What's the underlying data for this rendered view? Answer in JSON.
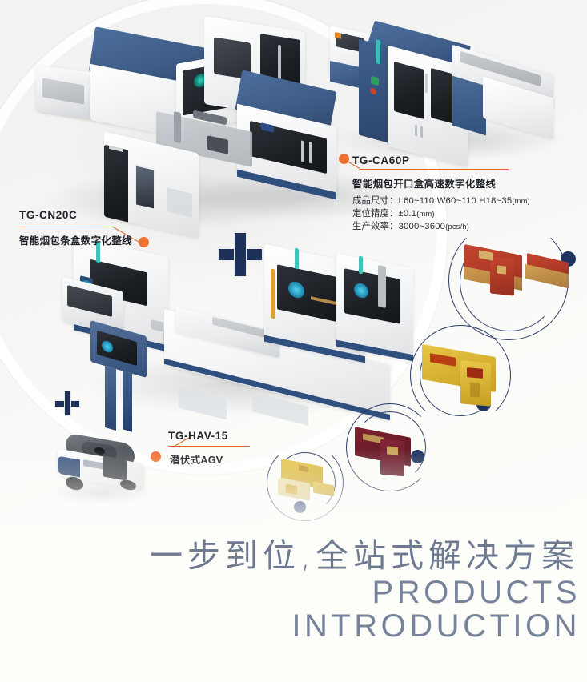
{
  "page": {
    "background_color": "#fdfdfa",
    "accent_orange": "#ef7235",
    "accent_navy": "#20335f",
    "machine_blue": "#3f5d88"
  },
  "callouts": [
    {
      "code": "TG-CN20C",
      "name": "智能烟包条盒数字化整线",
      "specs": []
    },
    {
      "code": "TG-CA60P",
      "name": "智能烟包开口盒高速数字化整线",
      "specs": [
        {
          "label": "成品尺寸：",
          "value": "L60~110 W60~110 H18~35",
          "unit": "(mm)"
        },
        {
          "label": "定位精度：",
          "value": "±0.1",
          "unit": "(mm)"
        },
        {
          "label": "生产效率：",
          "value": "3000~3600",
          "unit": "(pcs/h)"
        }
      ]
    },
    {
      "code": "TG-HAV-15",
      "name": "潜伏式AGV",
      "specs": []
    }
  ],
  "symbols": {
    "plus_large": "+",
    "plus_small": "+"
  },
  "headline": {
    "chinese": "一步到位,全站式解决方案",
    "english_line1": "PRODUCTS",
    "english_line2": "INTRODUCTION"
  },
  "product_circles": [
    {
      "name": "red-gold-cigarette-packs",
      "color": "#b8402c"
    },
    {
      "name": "yellow-carton-packs",
      "color": "#e0b527"
    },
    {
      "name": "dark-red-packs",
      "color": "#7e2230"
    },
    {
      "name": "gold-gift-boxes",
      "color": "#e3bc3a"
    }
  ]
}
